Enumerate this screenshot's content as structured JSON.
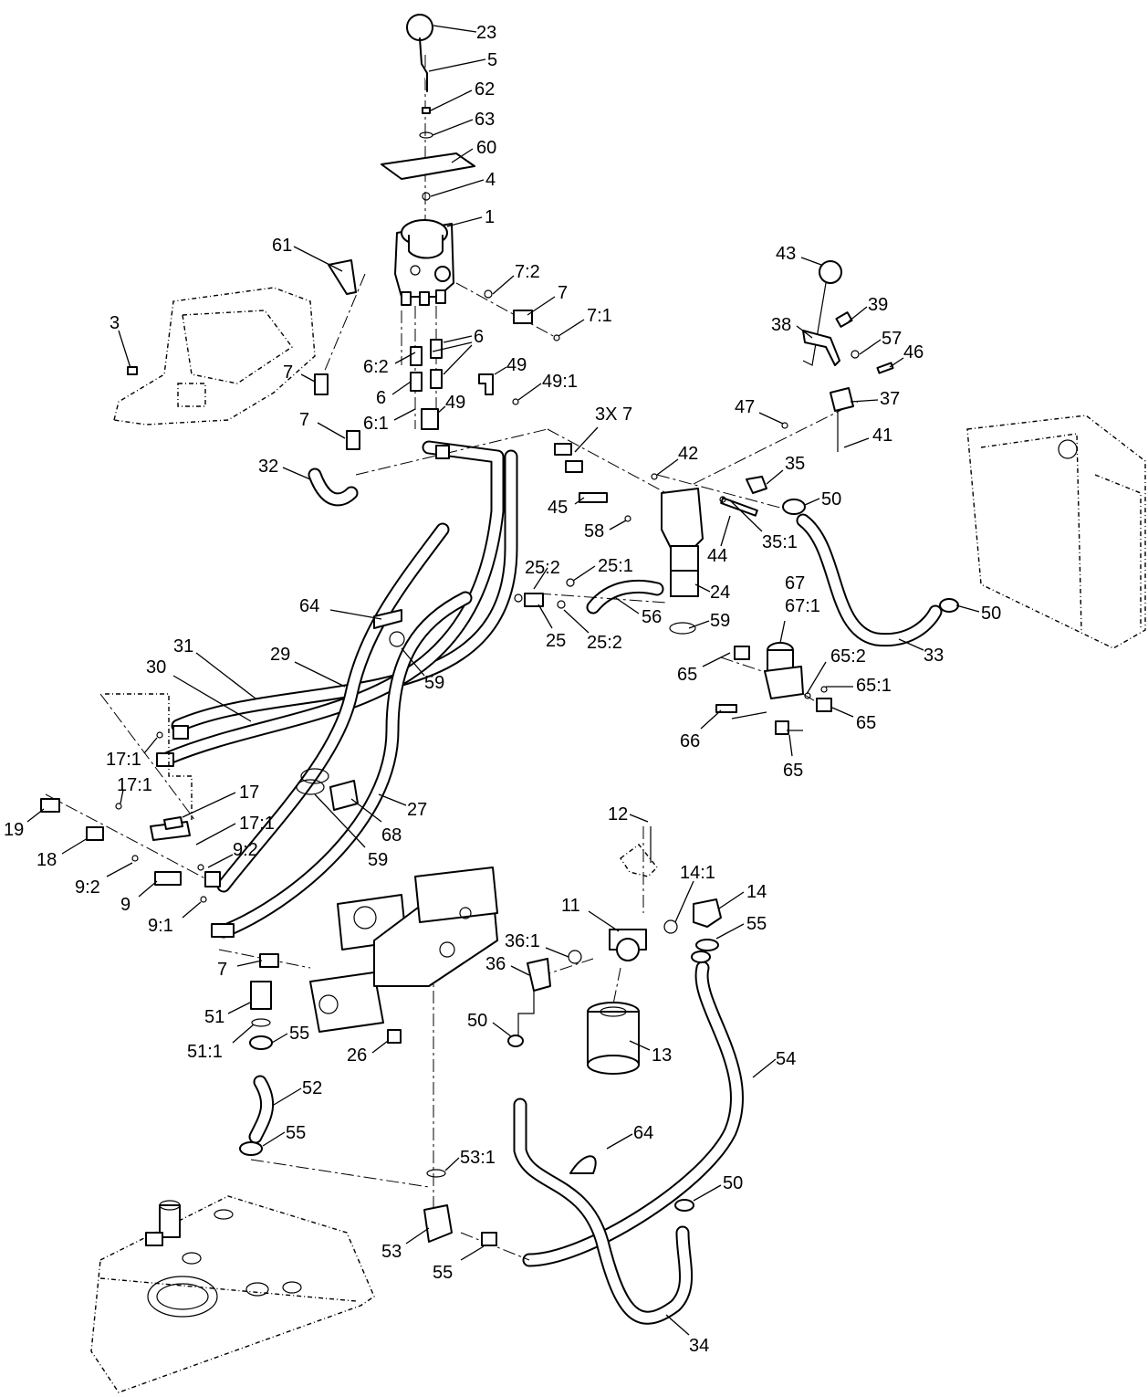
{
  "callouts": [
    {
      "label": "23"
    },
    {
      "label": "5"
    },
    {
      "label": "62"
    },
    {
      "label": "63"
    },
    {
      "label": "60"
    },
    {
      "label": "4"
    },
    {
      "label": "1"
    },
    {
      "label": "61"
    },
    {
      "label": "3"
    },
    {
      "label": "7:2"
    },
    {
      "label": "7"
    },
    {
      "label": "7:1"
    },
    {
      "label": "6"
    },
    {
      "label": "7"
    },
    {
      "label": "6:2"
    },
    {
      "label": "6"
    },
    {
      "label": "49"
    },
    {
      "label": "49:1"
    },
    {
      "label": "7"
    },
    {
      "label": "6:1"
    },
    {
      "label": "49"
    },
    {
      "label": "43"
    },
    {
      "label": "39"
    },
    {
      "label": "38"
    },
    {
      "label": "57"
    },
    {
      "label": "46"
    },
    {
      "label": "37"
    },
    {
      "label": "47"
    },
    {
      "label": "41"
    },
    {
      "label": "3X 7"
    },
    {
      "label": "32"
    },
    {
      "label": "42"
    },
    {
      "label": "35"
    },
    {
      "label": "50"
    },
    {
      "label": "45"
    },
    {
      "label": "58"
    },
    {
      "label": "44"
    },
    {
      "label": "35:1"
    },
    {
      "label": "25:2"
    },
    {
      "label": "25:1"
    },
    {
      "label": "24"
    },
    {
      "label": "64"
    },
    {
      "label": "56"
    },
    {
      "label": "59"
    },
    {
      "label": "50"
    },
    {
      "label": "25"
    },
    {
      "label": "25:2"
    },
    {
      "label": "67"
    },
    {
      "label": "67:1"
    },
    {
      "label": "33"
    },
    {
      "label": "31"
    },
    {
      "label": "30"
    },
    {
      "label": "29"
    },
    {
      "label": "59"
    },
    {
      "label": "65"
    },
    {
      "label": "65:2"
    },
    {
      "label": "65:1"
    },
    {
      "label": "65"
    },
    {
      "label": "66"
    },
    {
      "label": "65"
    },
    {
      "label": "17:1"
    },
    {
      "label": "17:1"
    },
    {
      "label": "17"
    },
    {
      "label": "27"
    },
    {
      "label": "19"
    },
    {
      "label": "17:1"
    },
    {
      "label": "68"
    },
    {
      "label": "18"
    },
    {
      "label": "9:2"
    },
    {
      "label": "59"
    },
    {
      "label": "9:2"
    },
    {
      "label": "9"
    },
    {
      "label": "9:1"
    },
    {
      "label": "12"
    },
    {
      "label": "14:1"
    },
    {
      "label": "14"
    },
    {
      "label": "11"
    },
    {
      "label": "55"
    },
    {
      "label": "7"
    },
    {
      "label": "36:1"
    },
    {
      "label": "36"
    },
    {
      "label": "51"
    },
    {
      "label": "50"
    },
    {
      "label": "51:1"
    },
    {
      "label": "55"
    },
    {
      "label": "26"
    },
    {
      "label": "13"
    },
    {
      "label": "54"
    },
    {
      "label": "52"
    },
    {
      "label": "64"
    },
    {
      "label": "55"
    },
    {
      "label": "53:1"
    },
    {
      "label": "50"
    },
    {
      "label": "53"
    },
    {
      "label": "55"
    },
    {
      "label": "34"
    }
  ]
}
